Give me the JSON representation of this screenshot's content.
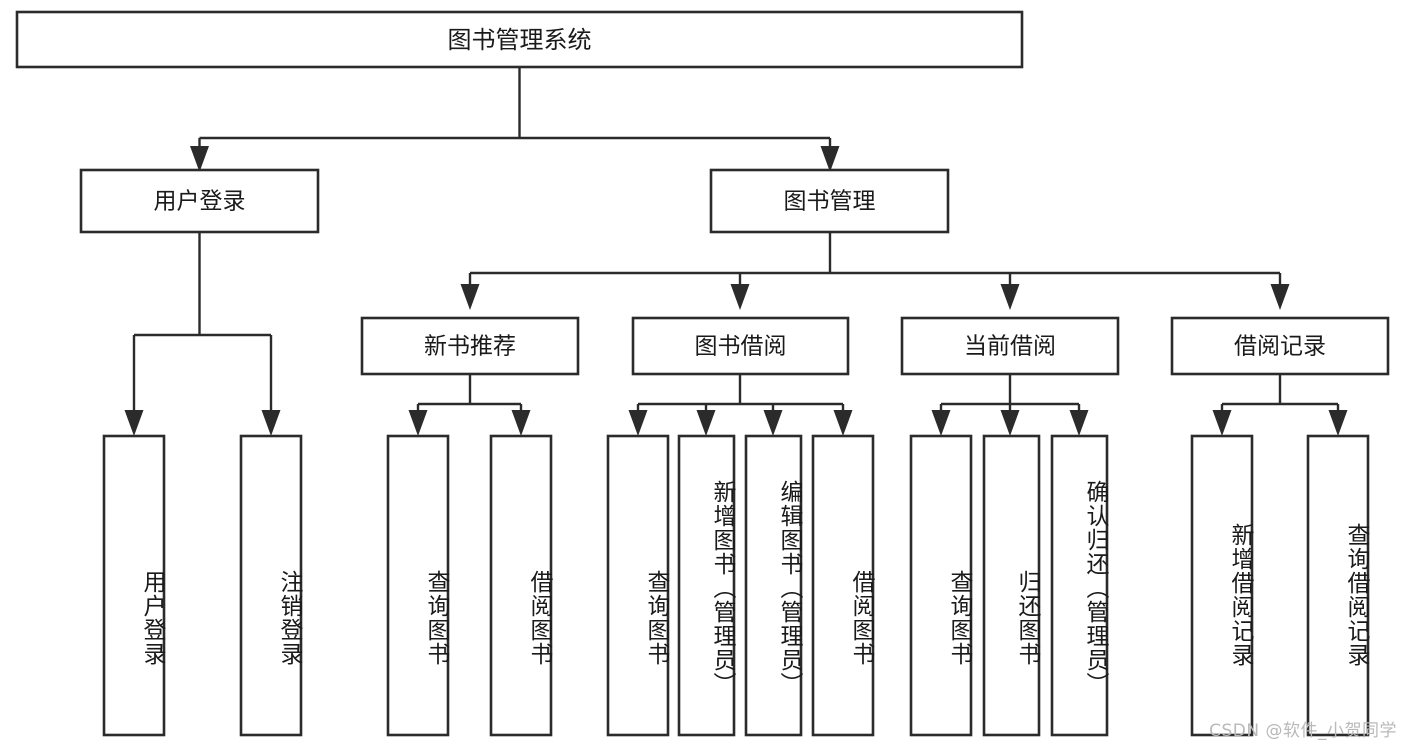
{
  "diagram": {
    "title": "图书管理系统",
    "type": "tree-hierarchy",
    "orientation": "top-down",
    "watermark": "CSDN @软件_小贺同学",
    "colors": {
      "stroke": "#2b2b2b",
      "box_fill": "#ffffff",
      "text": "#1a1a1a",
      "background": "#ffffff",
      "watermark": "#b9b9b9"
    }
  },
  "nodes": {
    "root": {
      "label": "图书管理系统",
      "level": 0
    },
    "level1": [
      {
        "id": "user-login",
        "label": "用户登录"
      },
      {
        "id": "book-manage",
        "label": "图书管理"
      }
    ],
    "level2": [
      {
        "id": "new-book-recommend",
        "label": "新书推荐",
        "parent": "book-manage"
      },
      {
        "id": "book-borrow",
        "label": "图书借阅",
        "parent": "book-manage"
      },
      {
        "id": "current-borrow",
        "label": "当前借阅",
        "parent": "book-manage"
      },
      {
        "id": "borrow-record",
        "label": "借阅记录",
        "parent": "book-manage"
      }
    ],
    "leaves": [
      {
        "id": "leaf-user-login",
        "label": "用户登录",
        "parent": "user-login"
      },
      {
        "id": "leaf-logout-login",
        "label": "注销登录",
        "parent": "user-login"
      },
      {
        "id": "leaf-query-book-1",
        "label": "查询图书",
        "parent": "new-book-recommend"
      },
      {
        "id": "leaf-borrow-book-1",
        "label": "借阅图书",
        "parent": "new-book-recommend"
      },
      {
        "id": "leaf-query-book-2",
        "label": "查询图书",
        "parent": "book-borrow"
      },
      {
        "id": "leaf-add-book",
        "label": "新增图书（管理员）",
        "parent": "book-borrow"
      },
      {
        "id": "leaf-edit-book",
        "label": "编辑图书（管理员）",
        "parent": "book-borrow"
      },
      {
        "id": "leaf-borrow-book-2",
        "label": "借阅图书",
        "parent": "book-borrow"
      },
      {
        "id": "leaf-query-book-3",
        "label": "查询图书",
        "parent": "current-borrow"
      },
      {
        "id": "leaf-return-book",
        "label": "归还图书",
        "parent": "current-borrow"
      },
      {
        "id": "leaf-confirm-return",
        "label": "确认归还（管理员）",
        "parent": "current-borrow"
      },
      {
        "id": "leaf-add-record",
        "label": "新增借阅记录",
        "parent": "borrow-record"
      },
      {
        "id": "leaf-query-record",
        "label": "查询借阅记录",
        "parent": "borrow-record"
      }
    ]
  }
}
